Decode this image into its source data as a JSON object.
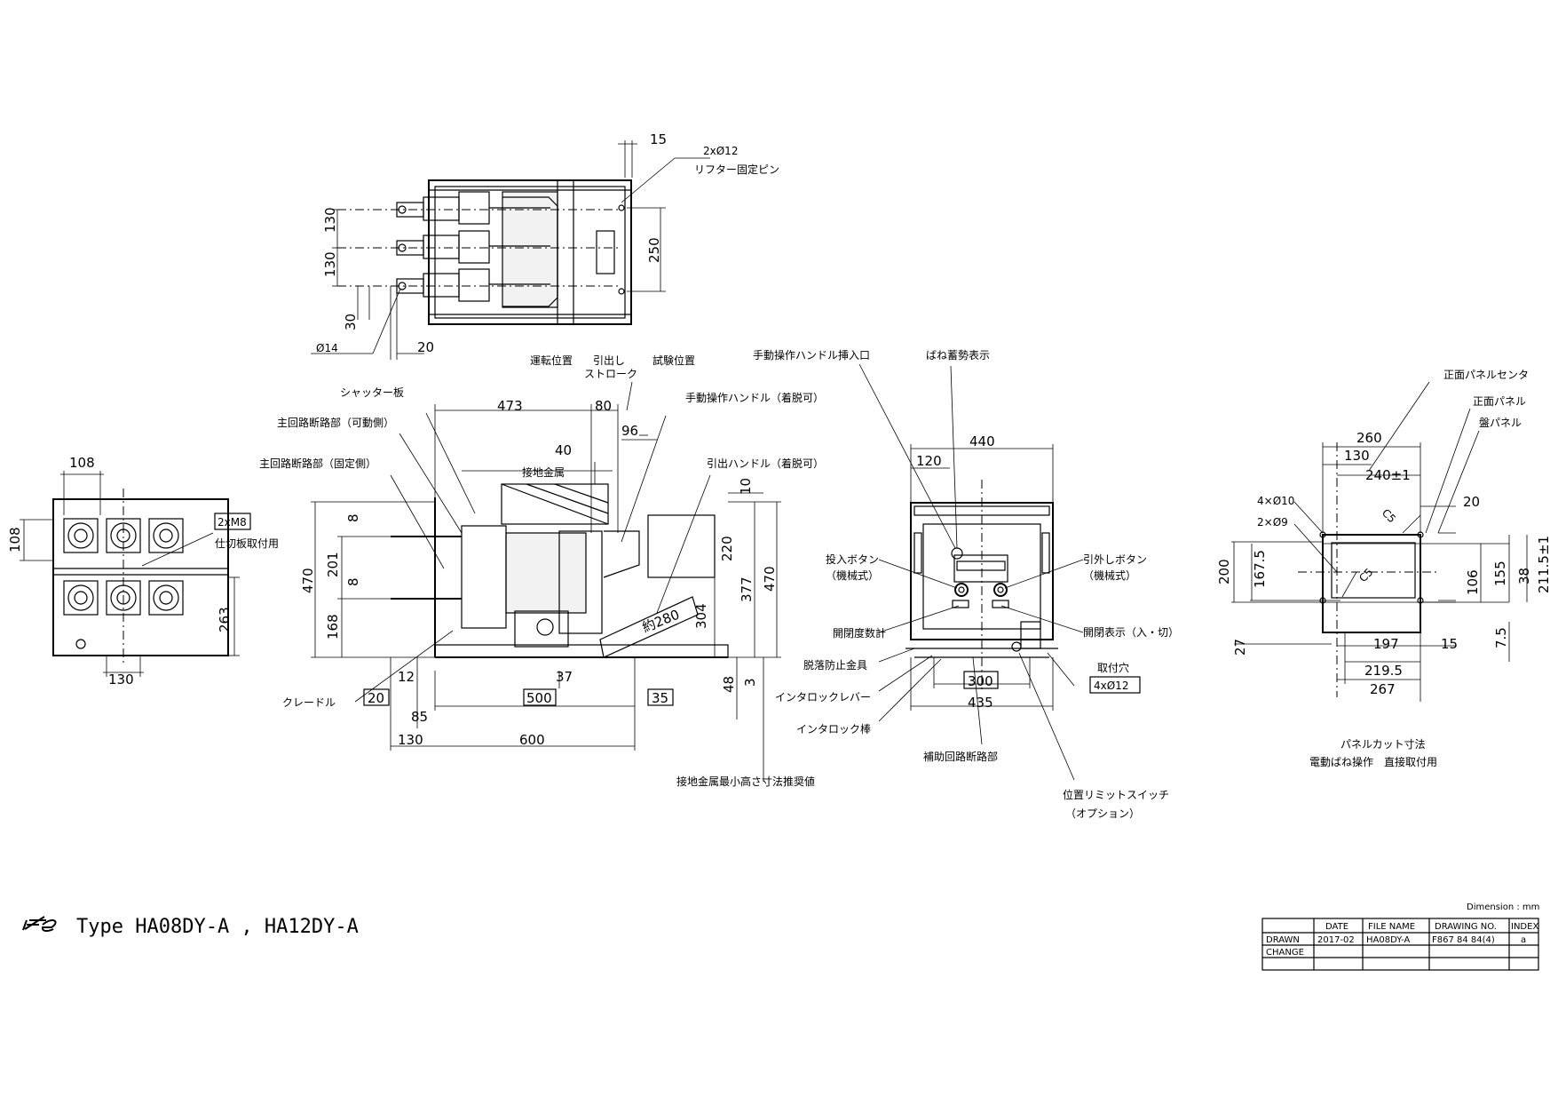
{
  "title": {
    "type_line": "Type HA08DY-A , HA12DY-A",
    "dimension_unit": "Dimension : mm"
  },
  "title_block": {
    "headers": [
      "DATE",
      "FILE NAME",
      "DRAWING NO.",
      "INDEX"
    ],
    "rows": [
      {
        "label": "DRAWN",
        "date": "2017-02",
        "file_name": "HA08DY-A",
        "drawing_no": "F867 84 84(4)",
        "index": "a"
      },
      {
        "label": "CHANGE",
        "date": "",
        "file_name": "",
        "drawing_no": "",
        "index": ""
      }
    ]
  },
  "top_view": {
    "dims": [
      "15",
      "130",
      "130",
      "30",
      "250",
      "20"
    ],
    "labels": {
      "pins_1": "2xØ12",
      "pins_2": "リフター固定ピン",
      "dia": "Ø14"
    }
  },
  "rear_view": {
    "dims": [
      "108",
      "108",
      "130",
      "263"
    ],
    "box": "2xM8",
    "note": "仕切板取付用"
  },
  "side_view": {
    "dims": [
      "473",
      "80",
      "40",
      "96",
      "10",
      "8",
      "201",
      "8",
      "168",
      "470",
      "220",
      "304",
      "377",
      "470",
      "約280",
      "12",
      "37",
      "48",
      "3",
      "20",
      "500",
      "35",
      "85",
      "130",
      "600"
    ],
    "labels": {
      "run_pos": "運転位置",
      "draw_stroke_1": "引出し",
      "draw_stroke_2": "ストローク",
      "test_pos": "試験位置",
      "shutter": "シャッター板",
      "main_moving": "主回路断路部（可動側）",
      "main_fixed": "主回路断路部（固定側）",
      "manual_handle": "手動操作ハンドル（着脱可）",
      "ground_metal": "接地金属",
      "draw_handle": "引出ハンドル（着脱可）",
      "cradle": "クレードル",
      "ground_min": "接地金属最小高さ寸法推奨値"
    }
  },
  "front_view": {
    "dims": [
      "440",
      "120",
      "300",
      "435"
    ],
    "labels": {
      "handle_inlet": "手動操作ハンドル挿入口",
      "spring": "ばね蓄勢表示",
      "close_btn_1": "投入ボタン",
      "close_btn_2": "（機械式）",
      "trip_btn_1": "引外しボタン",
      "trip_btn_2": "（機械式）",
      "counter": "開閉度数計",
      "anti_drop": "脱落防止金具",
      "interlock_lever": "インタロックレバー",
      "interlock_rod": "インタロック棒",
      "aux": "補助回路断路部",
      "open_close": "開閉表示（入・切）",
      "mount_hole": "取付穴",
      "mount_hole_box": "4xØ12",
      "limit_sw_1": "位置リミットスイッチ",
      "limit_sw_2": "（オプション）"
    }
  },
  "panel_cut": {
    "dims": [
      "260",
      "130",
      "240±1",
      "20",
      "200",
      "167.5",
      "27",
      "155",
      "106",
      "38",
      "211.5±1",
      "197",
      "15",
      "219.5",
      "267",
      "7.5",
      "C5",
      "C5"
    ],
    "labels": {
      "front_center": "正面パネルセンタ",
      "front_panel": "正面パネル",
      "board_panel": "盤パネル",
      "holes_10": "4×Ø10",
      "holes_9": "2×Ø9",
      "caption_1": "パネルカット寸法",
      "caption_2": "電動ばね操作　直接取付用"
    }
  }
}
